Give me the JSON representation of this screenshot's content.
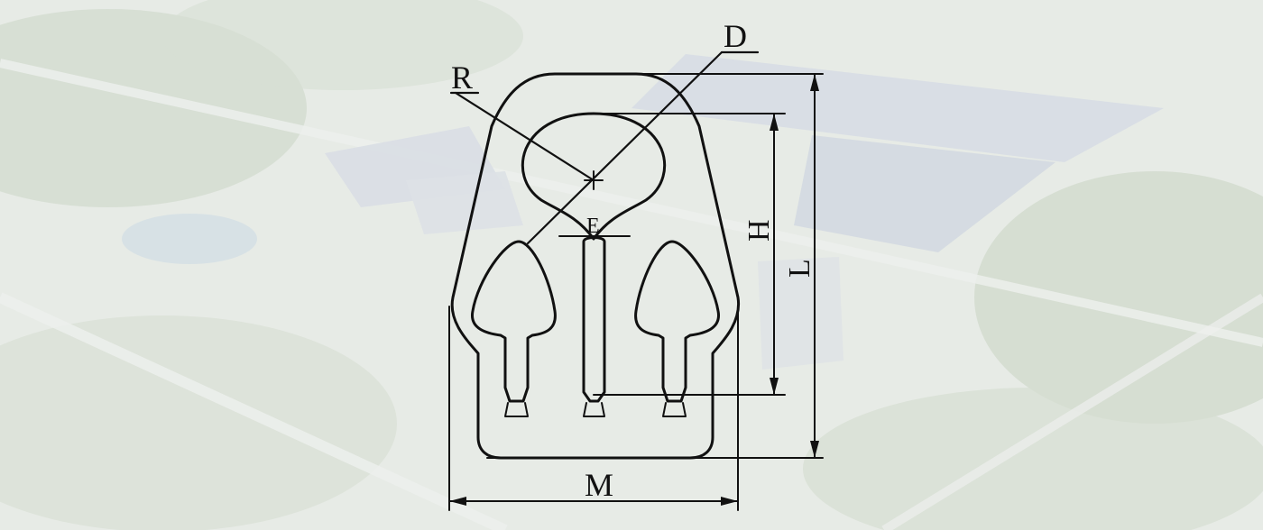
{
  "diagram": {
    "labels": {
      "R": "R",
      "D": "D",
      "E": "E",
      "H": "H",
      "L": "L",
      "M": "M"
    },
    "colors": {
      "line": "#111111",
      "background": "#e9ece8",
      "bg_green": "#c9d3c4",
      "bg_roof": "#d8dde3"
    }
  }
}
